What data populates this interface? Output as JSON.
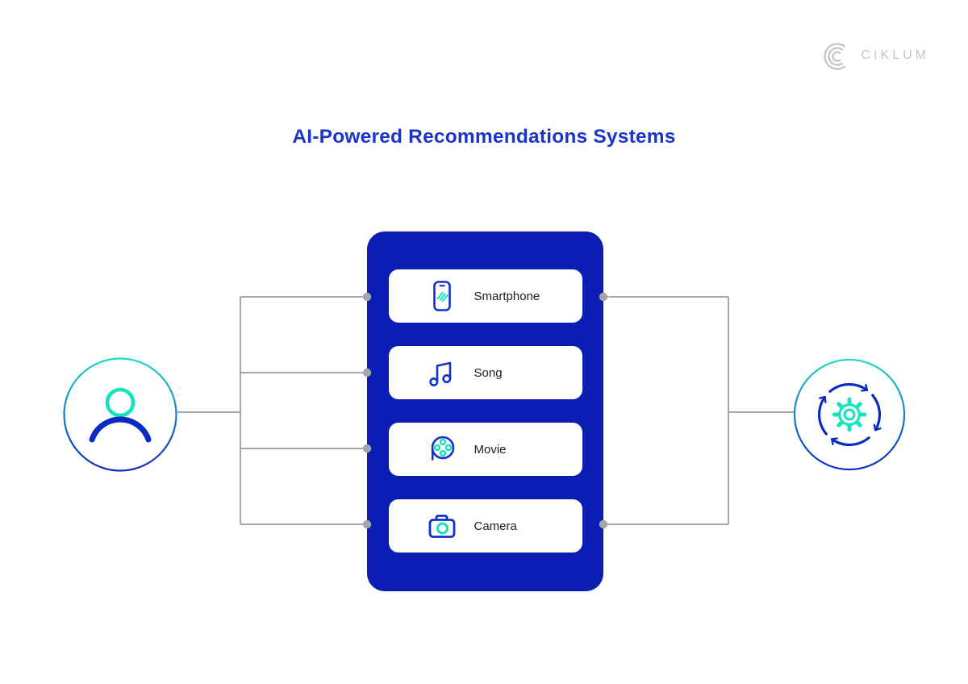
{
  "logo": {
    "text": "CIKLUM"
  },
  "title": {
    "text": "AI-Powered Recommendations Systems"
  },
  "panel": {
    "items": [
      {
        "label": "Smartphone",
        "icon": "smartphone-icon"
      },
      {
        "label": "Song",
        "icon": "music-note-icon"
      },
      {
        "label": "Movie",
        "icon": "film-reel-icon"
      },
      {
        "label": "Camera",
        "icon": "camera-icon"
      }
    ]
  },
  "nodes": {
    "left": {
      "icon": "user-icon"
    },
    "right": {
      "icon": "process-cycle-icon"
    }
  },
  "colors": {
    "panel_blue": "#0a1eb3",
    "icon_blue": "#1330cc",
    "accent_teal": "#14e3bd",
    "title_blue": "#1b35cc",
    "connector_gray": "#9c9ca0",
    "dot_gray": "#a6a6a8",
    "logo_gray": "#c7c7c7"
  }
}
